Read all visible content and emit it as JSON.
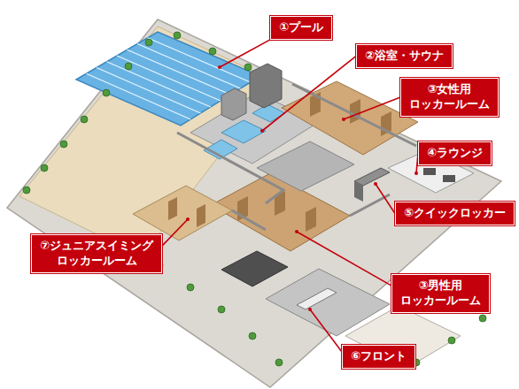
{
  "diagram": {
    "nodes": [
      {
        "text": [
          "①プール"
        ]
      },
      {
        "text": [
          "②浴室・サウナ"
        ]
      },
      {
        "text": [
          "③女性用 ロッカールーム"
        ]
      },
      {
        "text": [
          "④ラウンジ"
        ]
      },
      {
        "text": [
          "⑤クイックロッカー"
        ]
      },
      {
        "text": [
          "⑦ジュニアスイミング ロッカールーム"
        ]
      },
      {
        "text": [
          "③男性用 ロッカールーム"
        ]
      },
      {
        "text": [
          "⑥フロント"
        ]
      }
    ]
  }
}
